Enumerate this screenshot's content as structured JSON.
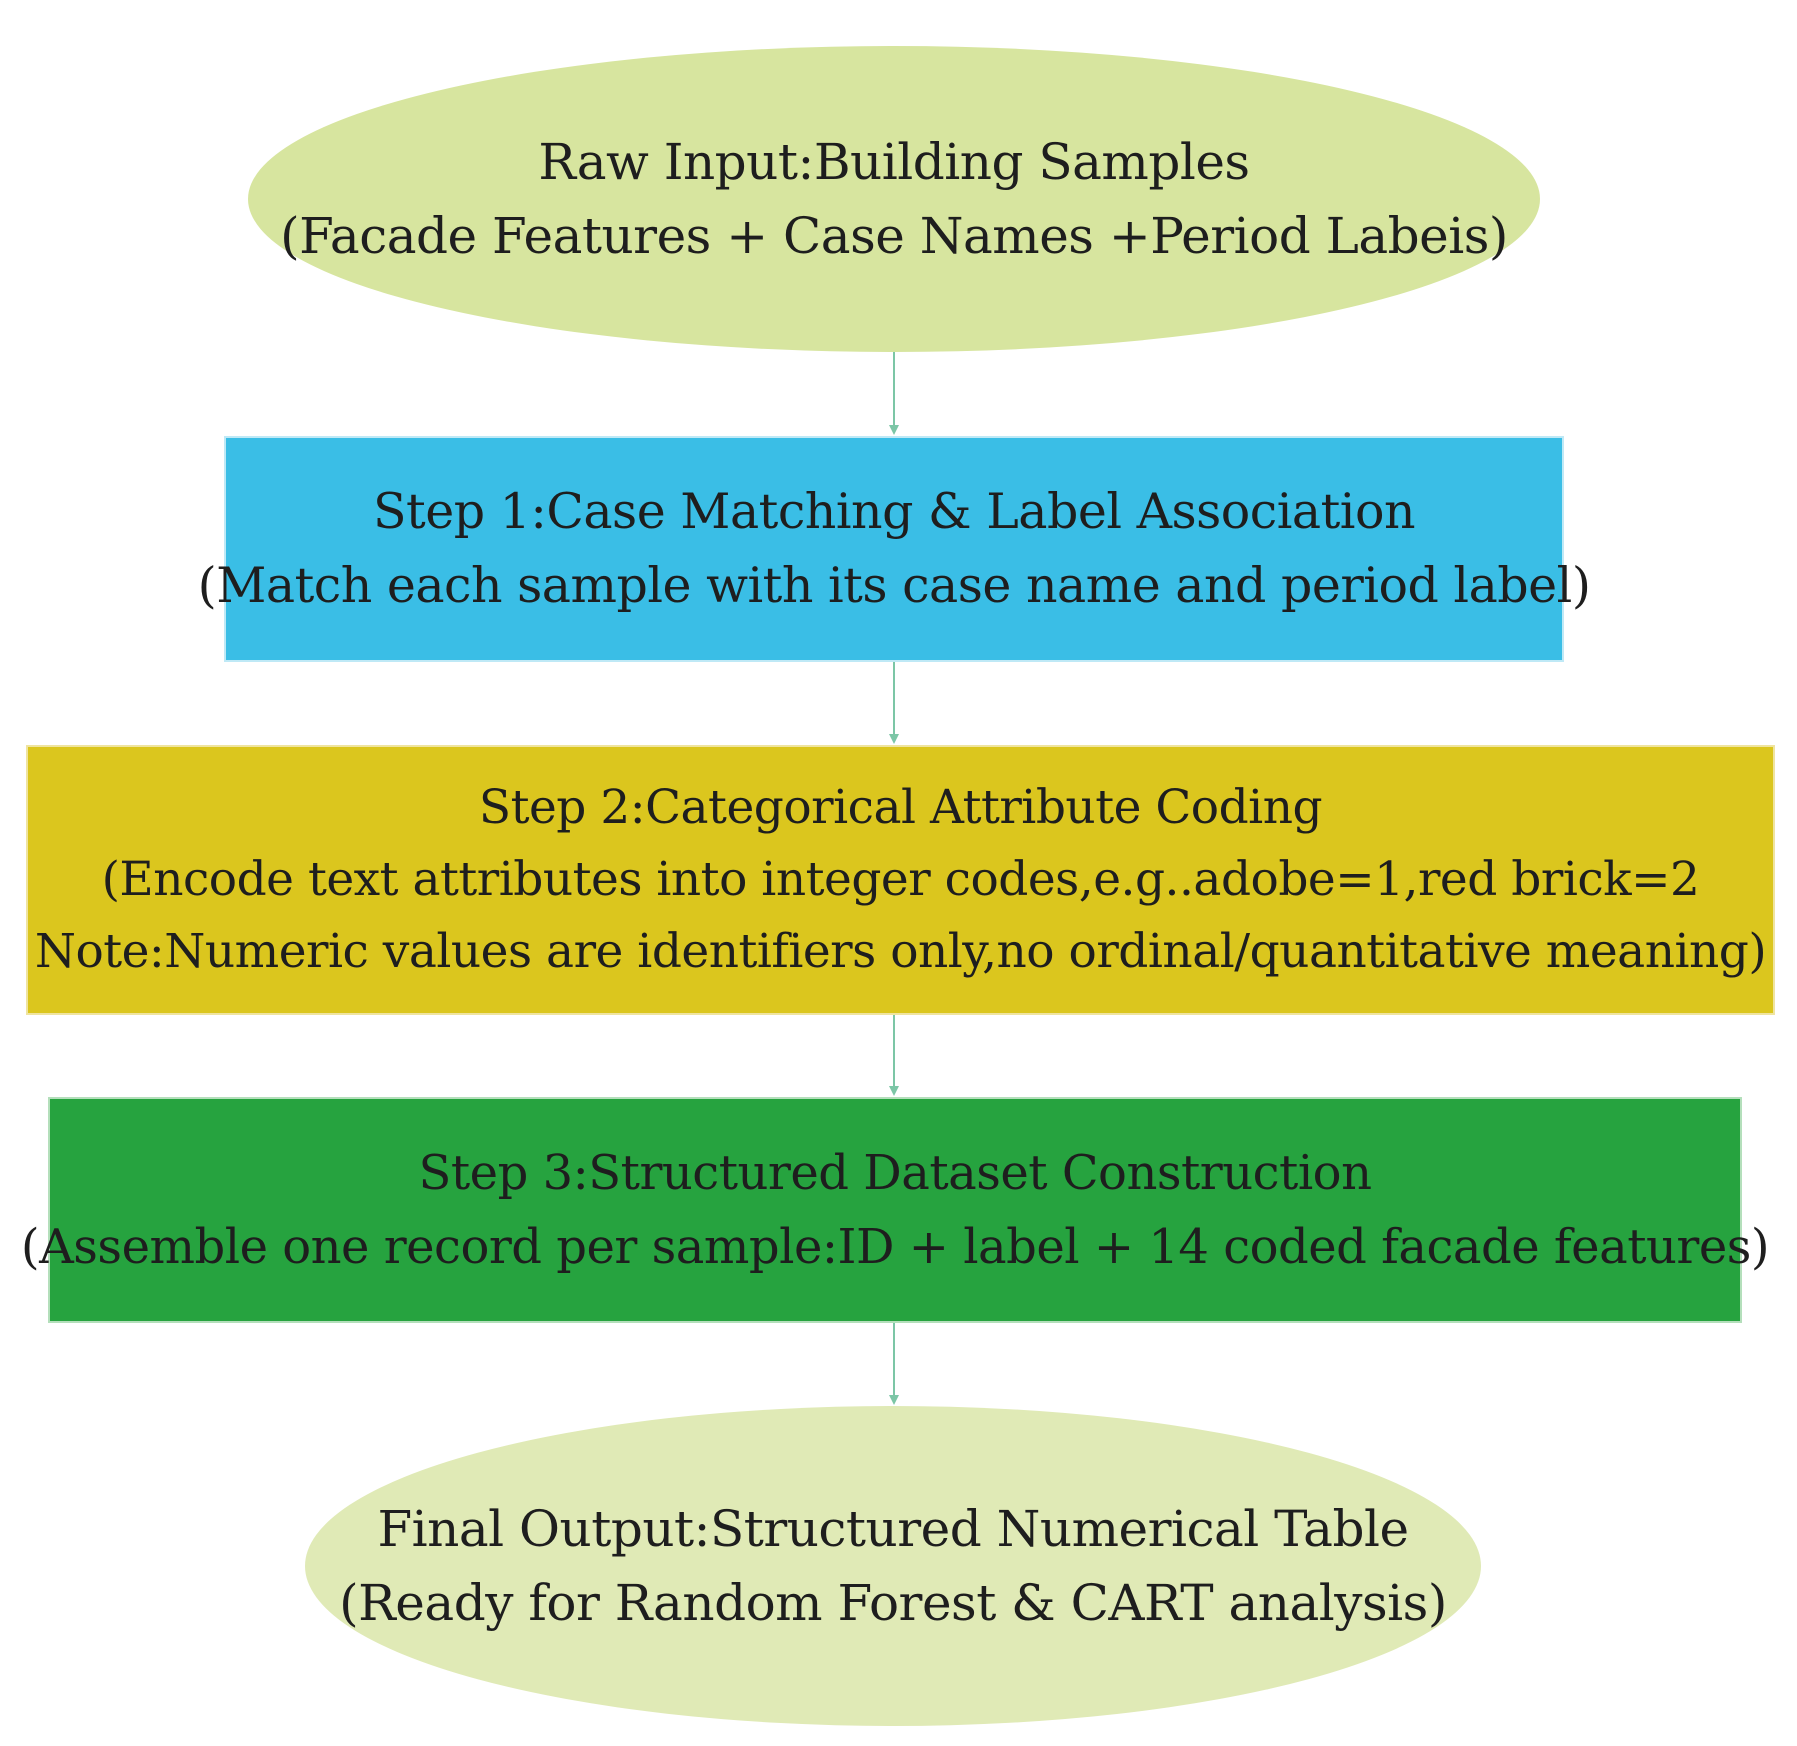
{
  "nodes": {
    "start": {
      "line1": "Raw Input:Building Samples",
      "line2": "(Facade Features + Case Names +Period Labeis)"
    },
    "step1": {
      "line1": "Step 1:Case Matching & Label Association",
      "line2": "(Match each sample with its case name and period label)"
    },
    "step2": {
      "line1": "Step 2:Categorical Attribute Coding",
      "line2": "(Encode text attributes into integer codes,e.g..adobe=1,red brick=2",
      "line3": "Note:Numeric values are identifiers only,no ordinal/quantitative meaning)"
    },
    "step3": {
      "line1": "Step 3:Structured Dataset Construction",
      "line2": "(Assemble one record per sample:ID + label + 14 coded facade features)"
    },
    "end": {
      "line1": "Final Output:Structured Numerical Table",
      "line2": "(Ready for Random Forest & CART analysis)"
    }
  },
  "colors": {
    "start_fill": "#d7e59f",
    "step1_fill": "#3abee6",
    "step2_fill": "#dbc61e",
    "step3_fill": "#26a33f",
    "end_fill": "#e0eab6",
    "arrow": "#7cc6a6"
  }
}
